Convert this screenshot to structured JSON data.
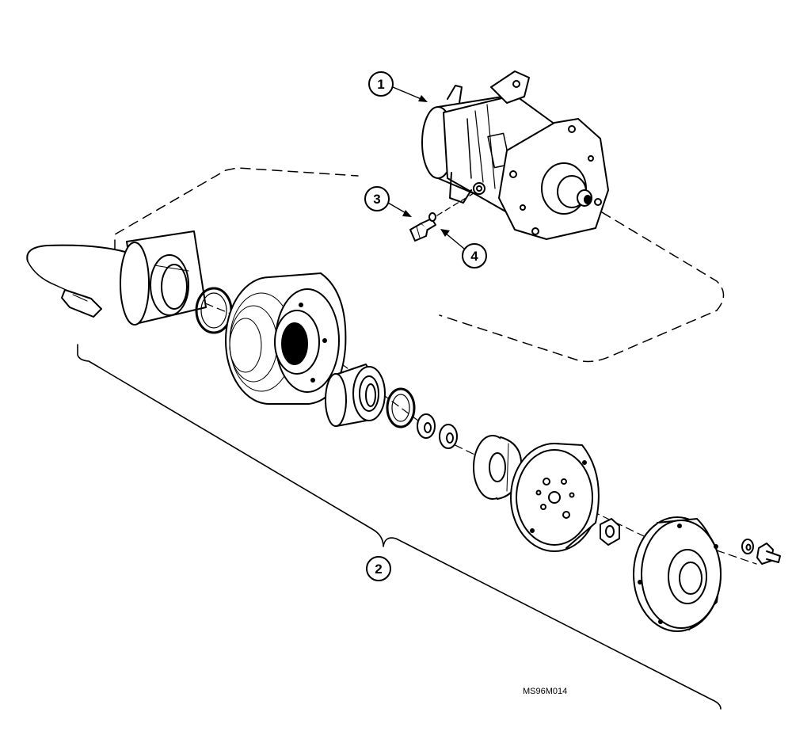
{
  "callouts": [
    {
      "label": "1",
      "part": "compressor"
    },
    {
      "label": "2",
      "part": "clutch-assembly"
    },
    {
      "label": "3",
      "part": "plug"
    },
    {
      "label": "4",
      "part": "o-ring"
    }
  ],
  "reference_code": "MS96M014",
  "line_color": "#000000",
  "background": "#ffffff"
}
